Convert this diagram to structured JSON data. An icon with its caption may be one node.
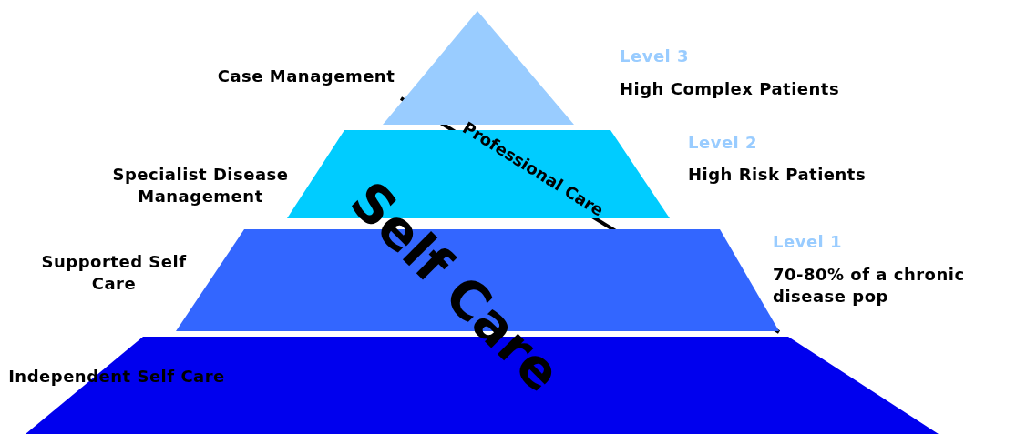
{
  "diagram": {
    "nodes": [
      {
        "text": [
          "Case Management"
        ],
        "beside": [
          "Level 3",
          "High Complex Patients"
        ]
      },
      {
        "text": [
          "Specialist Disease Management"
        ],
        "beside": [
          "Level 2",
          "High Risk Patients"
        ]
      },
      {
        "text": [
          "Supported Self Care"
        ],
        "beside": [
          "Level 1",
          "70-80% of a chronic disease pop"
        ]
      },
      {
        "text": [
          "Independent Self Care"
        ]
      }
    ],
    "edges": [],
    "labels": [
      "Professional Care",
      "Self Care"
    ]
  }
}
